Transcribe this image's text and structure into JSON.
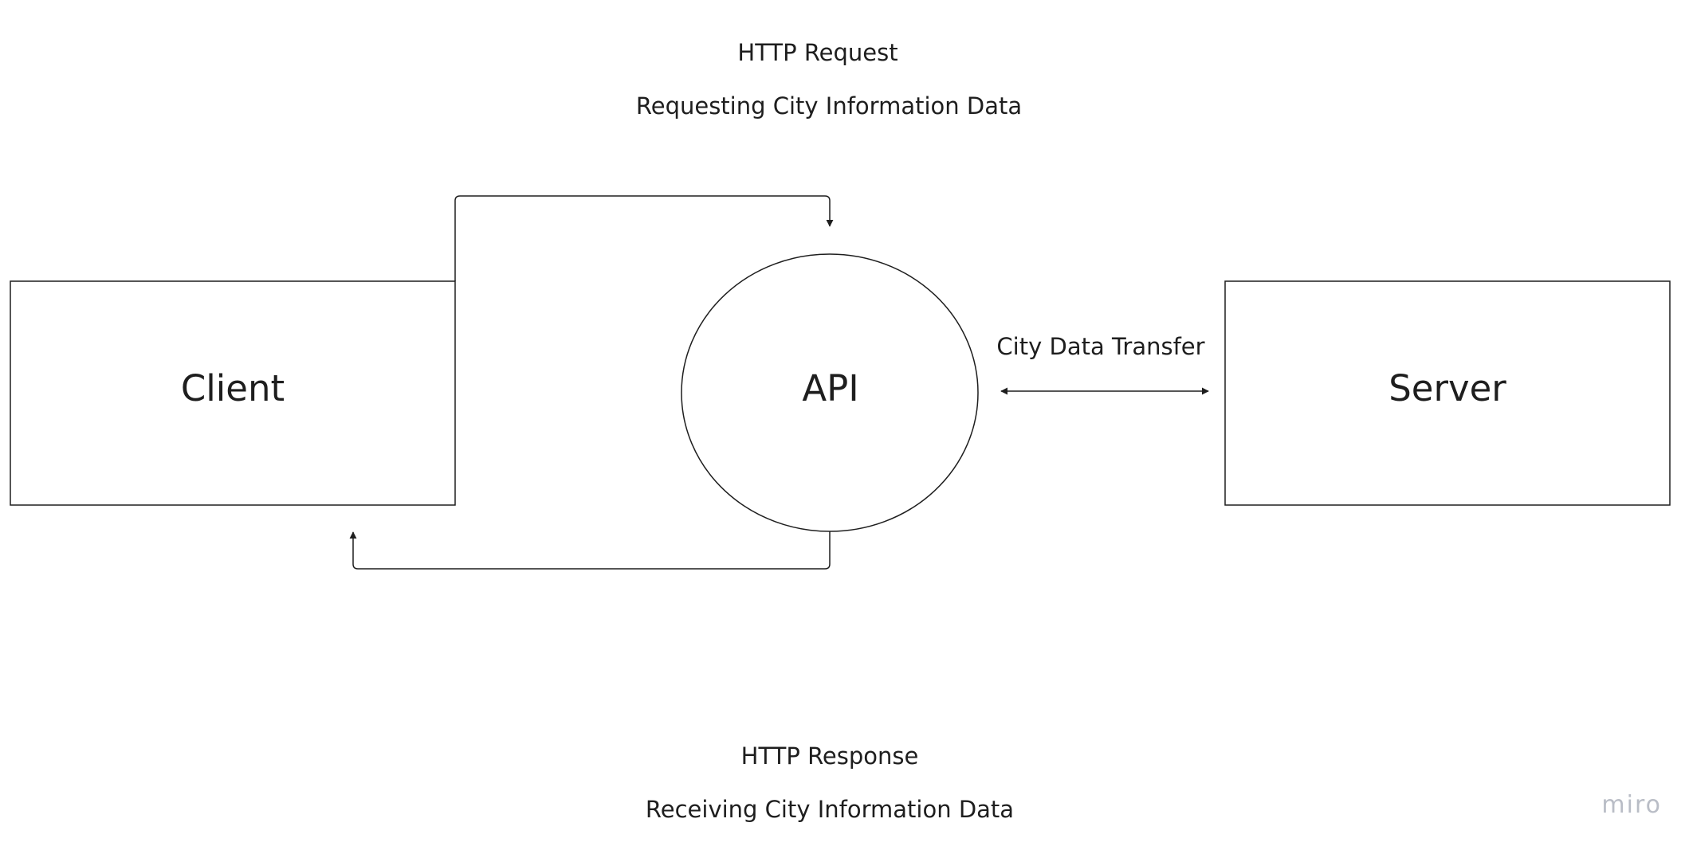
{
  "request": {
    "title": "HTTP Request",
    "description": "Requesting City Information Data"
  },
  "response": {
    "title": "HTTP Response",
    "description": "Receiving City Information Data"
  },
  "nodes": {
    "client": "Client",
    "api": "API",
    "server": "Server"
  },
  "links": {
    "api_server": "City Data Transfer"
  },
  "watermark": "miro"
}
